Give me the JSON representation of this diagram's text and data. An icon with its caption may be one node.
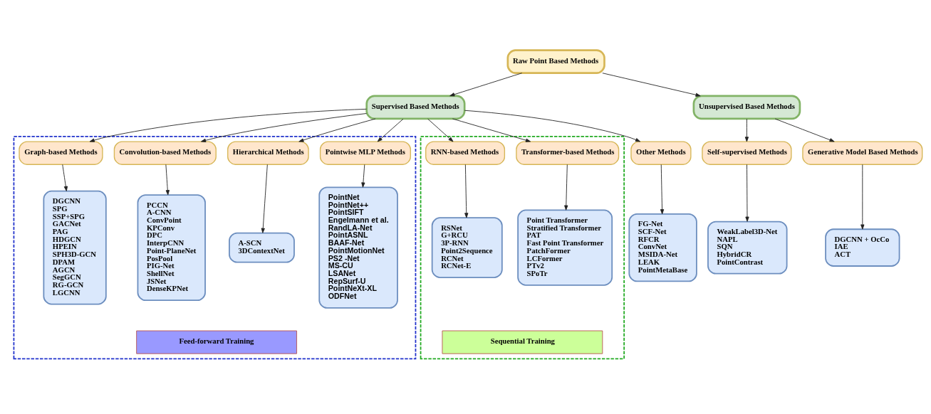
{
  "diagram": {
    "nodes": [
      {
        "text": [
          "Raw Point Based Methods"
        ]
      },
      {
        "text": [
          "Supervised Based Methods"
        ]
      },
      {
        "text": [
          "Unsupervised Based Methods"
        ]
      },
      {
        "text": [],
        "shape": "box"
      },
      {
        "text": [
          "Pointwise MLP Methods"
        ],
        "in": 3
      },
      {
        "text": [
          "Hierarchical Methods"
        ],
        "in": 3
      },
      {
        "text": [
          "Convolution-based Methods"
        ],
        "in": 3
      },
      {
        "text": [
          "Graph-based Methods"
        ],
        "in": 3
      },
      {
        "text": [
          "PointNet",
          "PointNet++",
          "PointSIFT",
          "Engelmann et al.",
          "RandLA-Net",
          "PointASNL",
          "BAAF-Net",
          "PointMotionNet",
          "PS2 -Net",
          "MS-CU",
          "LSANet",
          "RepSurf-U",
          "PointNeXt-XL",
          "ODFNet"
        ],
        "in": 3
      },
      {
        "text": [
          "A-SCN",
          "3DContextNet"
        ],
        "in": 3
      },
      {
        "text": [
          "PCCN",
          "A-CNN",
          "ConvPoint",
          "KPConv",
          "DPC",
          "InterpCNN",
          "Point-PlaneNet",
          "PosPool",
          "PIG-Net",
          "ShellNet",
          "JSNet",
          "DenseKPNet"
        ],
        "in": 3
      },
      {
        "text": [
          "DGCNN",
          "SPG",
          "SSP+SPG",
          "GACNet",
          "PAG",
          "HDGCN",
          "HPEIN",
          "SPH3D-GCN",
          "DPAM",
          "AGCN",
          "SegGCN",
          "RG-GCN",
          "LGCNN"
        ],
        "in": 3
      },
      {
        "text": [
          "Feed-forward Training"
        ],
        "in": 3
      },
      {
        "text": [],
        "shape": "box"
      },
      {
        "text": [
          "Transformer-based Methods"
        ],
        "in": 13
      },
      {
        "text": [
          "RNN-based Methods"
        ],
        "in": 13
      },
      {
        "text": [
          "Point Transformer",
          "Stratified Transformer",
          "PAT",
          "Fast Point Transformer",
          "PatchFormer",
          "LCFormer",
          "PTv2",
          "SPoTr"
        ],
        "in": 13
      },
      {
        "text": [
          "RSNet",
          "G+RCU",
          "3P-RNN",
          "Point2Sequence",
          "RCNet",
          "RCNet-E"
        ],
        "in": 13
      },
      {
        "text": [
          "Sequential Training"
        ],
        "in": 13
      },
      {
        "text": [
          "Other Methods"
        ]
      },
      {
        "text": [
          "FG-Net",
          "SCF-Net",
          "RFCR",
          "ConvNet",
          "MSIDA-Net",
          "LEAK",
          "PointMetaBase"
        ]
      },
      {
        "text": [
          "Self-supervised Methods"
        ]
      },
      {
        "text": [
          "Generative Model Based Methods"
        ]
      },
      {
        "text": [
          "WeakLabel3D-Net",
          "NAPL",
          "SQN",
          "HybridCR",
          "PointContrast"
        ]
      },
      {
        "text": [
          "DGCNN + OcCo",
          "IAE",
          "ACT"
        ]
      }
    ],
    "edges": [
      {
        "from": 0,
        "to": 1,
        "arrow": "to"
      },
      {
        "from": 0,
        "to": 2,
        "arrow": "to"
      },
      {
        "from": 1,
        "to": 4,
        "arrow": "to"
      },
      {
        "from": 1,
        "to": 5,
        "arrow": "to"
      },
      {
        "from": 1,
        "to": 6,
        "arrow": "to"
      },
      {
        "from": 1,
        "to": 7,
        "arrow": "to"
      },
      {
        "from": 1,
        "to": 14,
        "arrow": "to"
      },
      {
        "from": 1,
        "to": 15,
        "arrow": "to"
      },
      {
        "from": 1,
        "to": 19,
        "arrow": "to"
      },
      {
        "from": 2,
        "to": 21,
        "arrow": "to"
      },
      {
        "from": 2,
        "to": 22,
        "arrow": "to"
      },
      {
        "from": 4,
        "to": 8,
        "arrow": "to"
      },
      {
        "from": 5,
        "to": 9,
        "arrow": "to"
      },
      {
        "from": 6,
        "to": 10,
        "arrow": "to"
      },
      {
        "from": 7,
        "to": 11,
        "arrow": "to"
      },
      {
        "from": 14,
        "to": 16,
        "arrow": "to"
      },
      {
        "from": 15,
        "to": 17,
        "arrow": "to"
      },
      {
        "from": 19,
        "to": 20,
        "arrow": "to"
      },
      {
        "from": 21,
        "to": 23,
        "arrow": "to"
      },
      {
        "from": 22,
        "to": 24,
        "arrow": "to"
      }
    ]
  }
}
